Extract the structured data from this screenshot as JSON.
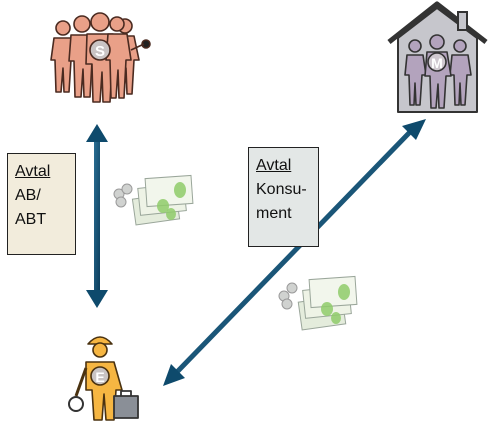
{
  "diagram": {
    "nodes": [
      {
        "id": "S",
        "label": "S",
        "color": "#e9a088"
      },
      {
        "id": "M",
        "label": "M",
        "color": "#b3a3bd"
      },
      {
        "id": "E",
        "label": "E",
        "color": "#f6b642"
      }
    ],
    "agreements": [
      {
        "id": "ab",
        "title": "Avtal",
        "lines": [
          "AB/",
          "ABT"
        ],
        "between": [
          "S",
          "E"
        ]
      },
      {
        "id": "konsument",
        "title": "Avtal",
        "lines": [
          "Konsu-",
          "ment"
        ],
        "between": [
          "M",
          "E"
        ]
      }
    ],
    "colors": {
      "arrow": "#0e4a6c",
      "box_ab": "#f2ecdc",
      "box_konsument": "#e3e7e6",
      "money": "#cfe3c4"
    }
  }
}
